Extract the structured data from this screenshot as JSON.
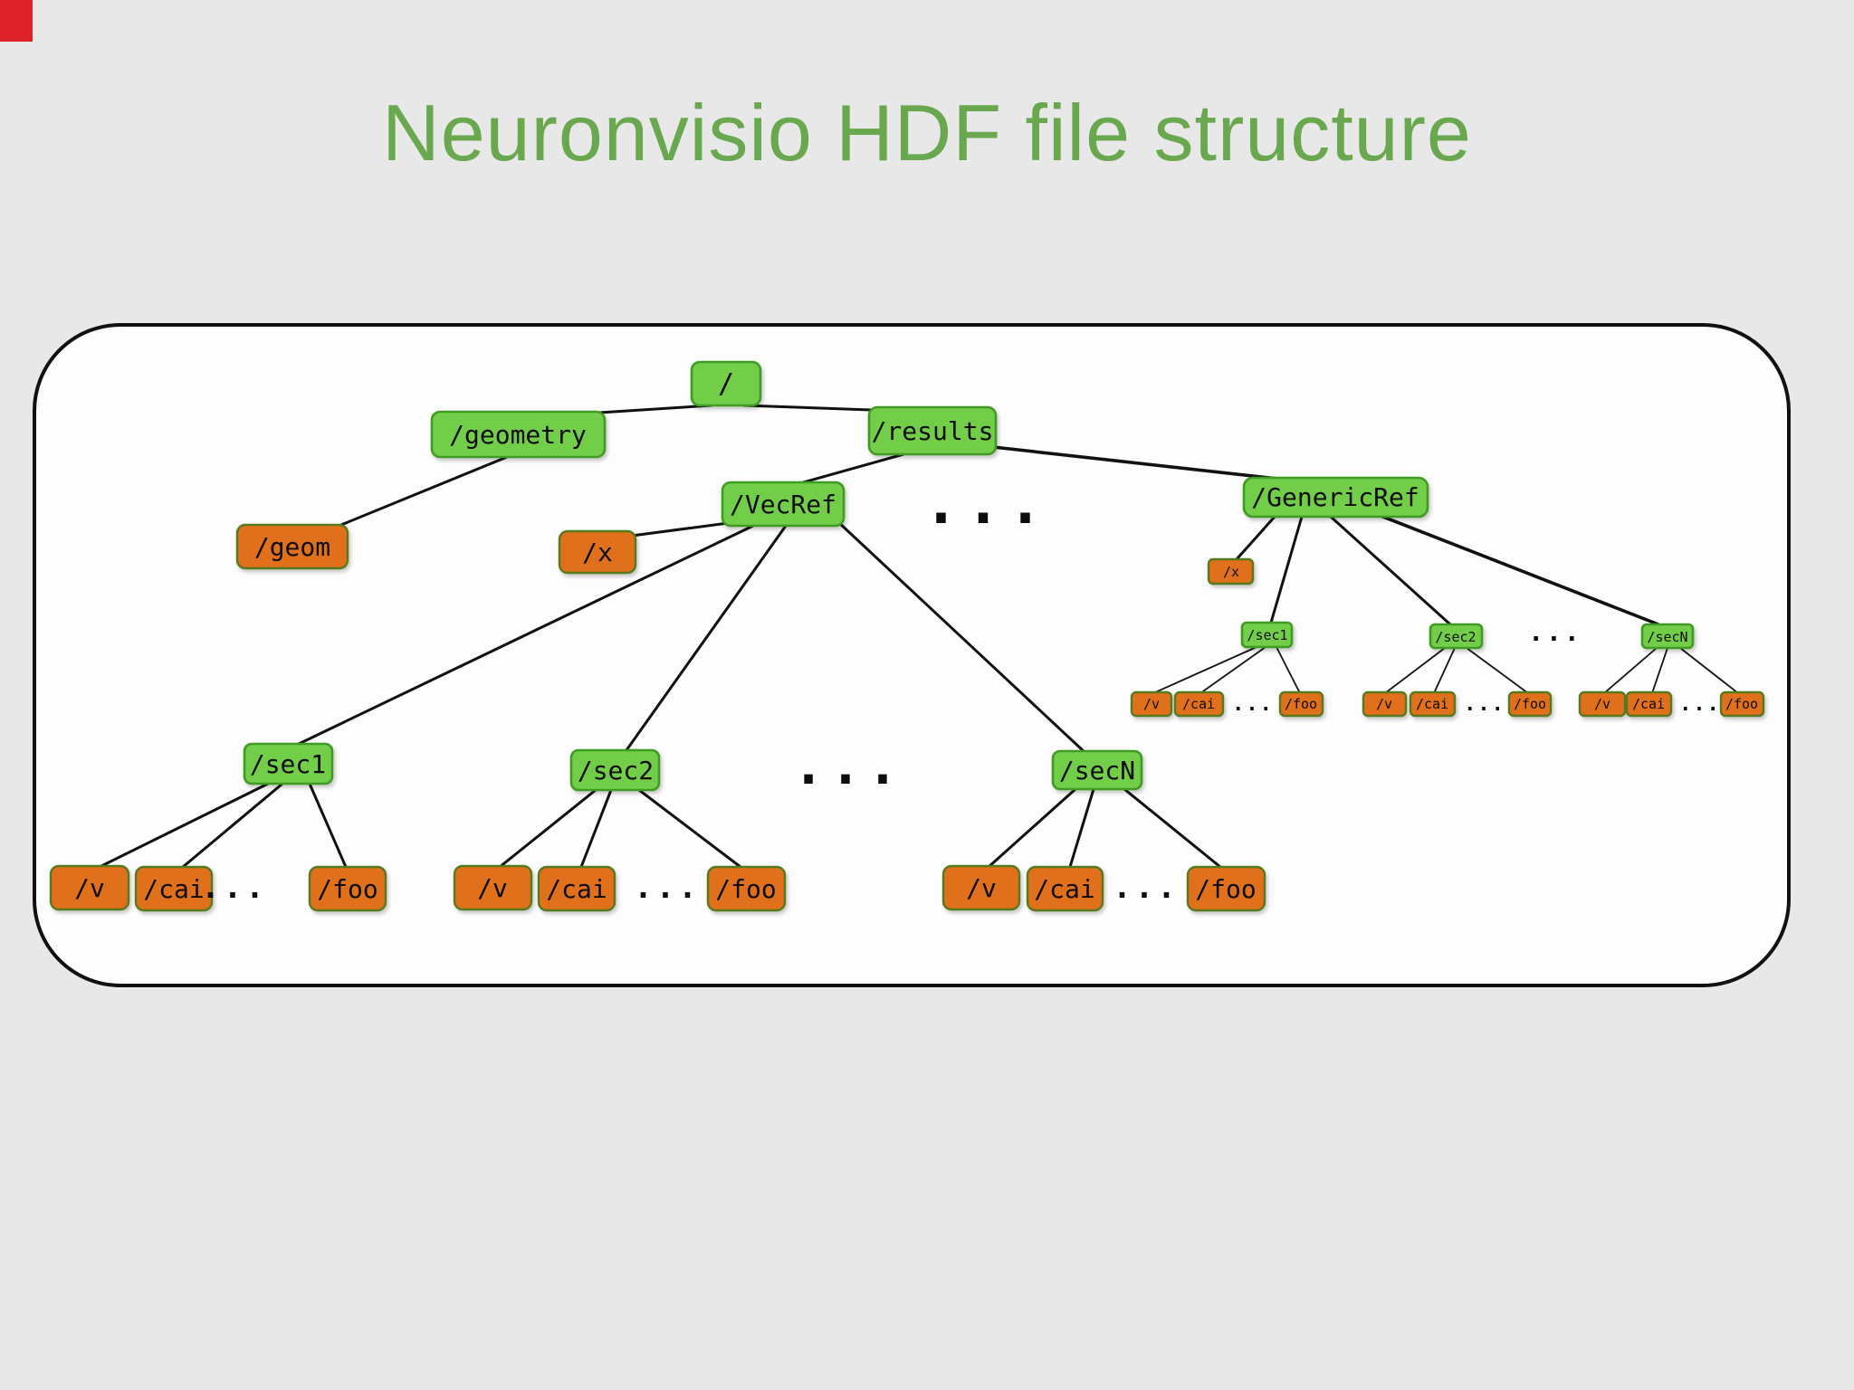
{
  "title": "Neuronvisio HDF file structure",
  "colors": {
    "background": "#e8e8e8",
    "panel_fill": "#fdfdfd",
    "panel_border": "#111111",
    "green_node_fill": "#72ce4a",
    "green_node_border": "#3f9b21",
    "orange_node_fill": "#e0701d",
    "orange_node_border": "#567a1e",
    "title_text": "#69a84e",
    "edge": "#111111",
    "corner_marker": "#dd2329"
  },
  "tree": {
    "root": "/",
    "geometry": "/geometry",
    "geom": "/geom",
    "results": "/results",
    "vecref": "/VecRef",
    "genericref": "/GenericRef",
    "x": "/x",
    "sec1": "/sec1",
    "sec2": "/sec2",
    "secN": "/secN",
    "v": "/v",
    "cai": "/cai",
    "foo": "/foo",
    "ellipsis": "..."
  }
}
